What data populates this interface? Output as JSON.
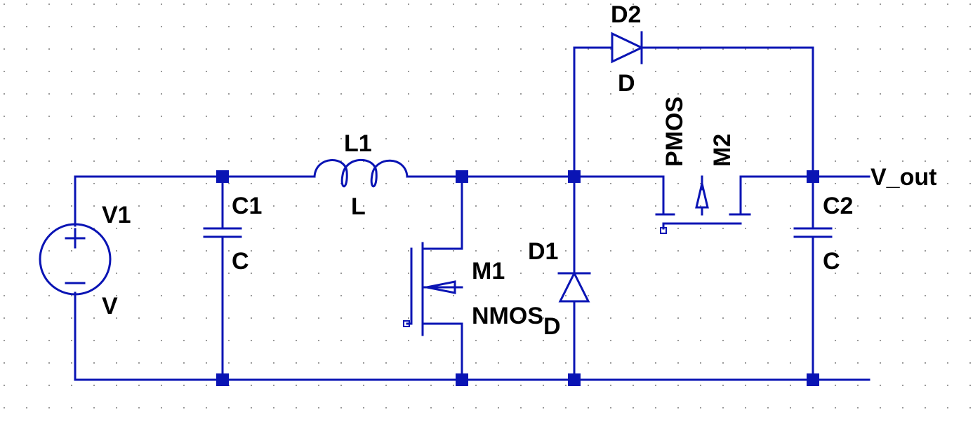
{
  "schematic": {
    "wire_color": "#0a14b4",
    "text_color": "#000000",
    "grid_color": "#9a9a9a",
    "components": {
      "V1": {
        "ref": "V1",
        "value": "V",
        "plus": "+",
        "minus": "−"
      },
      "C1": {
        "ref": "C1",
        "value": "C"
      },
      "L1": {
        "ref": "L1",
        "value": "L"
      },
      "M1": {
        "ref": "M1",
        "value": "NMOS"
      },
      "D1": {
        "ref": "D1",
        "value": "D"
      },
      "D2": {
        "ref": "D2",
        "value": "D"
      },
      "M2": {
        "ref": "M2",
        "value": "PMOS"
      },
      "C2": {
        "ref": "C2",
        "value": "C"
      }
    },
    "net_label": "V_out"
  }
}
